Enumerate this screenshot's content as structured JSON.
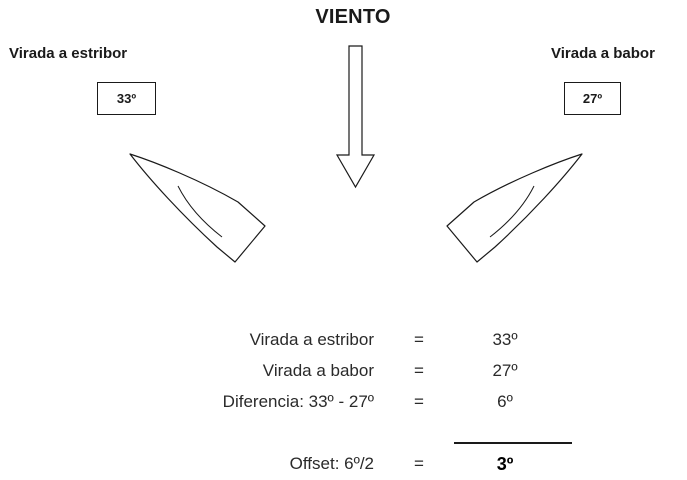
{
  "wind": {
    "label": "VIENTO"
  },
  "tacks": {
    "starboard": {
      "label": "Virada a estribor",
      "angle": "33º"
    },
    "port": {
      "label": "Virada a babor",
      "angle": "27º"
    }
  },
  "calculation": {
    "rows": [
      {
        "label": "Virada a estribor",
        "equals": "=",
        "value": "33º"
      },
      {
        "label": "Virada a babor",
        "equals": "=",
        "value": "27º"
      },
      {
        "label": "Diferencia: 33º - 27º",
        "equals": "=",
        "value": "6º"
      },
      {
        "label": "Offset: 6º/2",
        "equals": "=",
        "value": "3º"
      }
    ]
  }
}
